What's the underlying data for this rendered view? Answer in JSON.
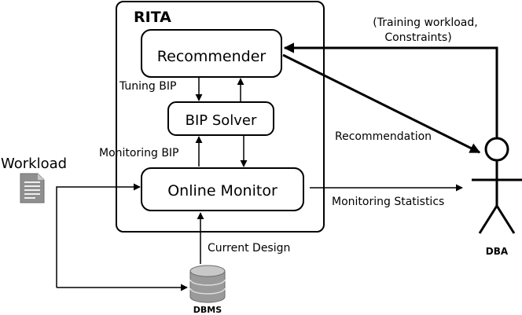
{
  "system_label": "RITA",
  "components": {
    "recommender": "Recommender",
    "bip_solver": "BIP Solver",
    "online_monitor": "Online Monitor"
  },
  "edge_labels": {
    "tuning_bip": "Tuning BIP",
    "monitoring_bip": "Monitoring BIP",
    "current_design": "Current Design",
    "recommendation": "Recommendation",
    "monitoring_statistics": "Monitoring Statistics",
    "training_line1": "(Training workload,",
    "training_line2": "Constraints)"
  },
  "actors": {
    "workload": "Workload",
    "dba": "DBA",
    "dbms": "DBMS"
  }
}
